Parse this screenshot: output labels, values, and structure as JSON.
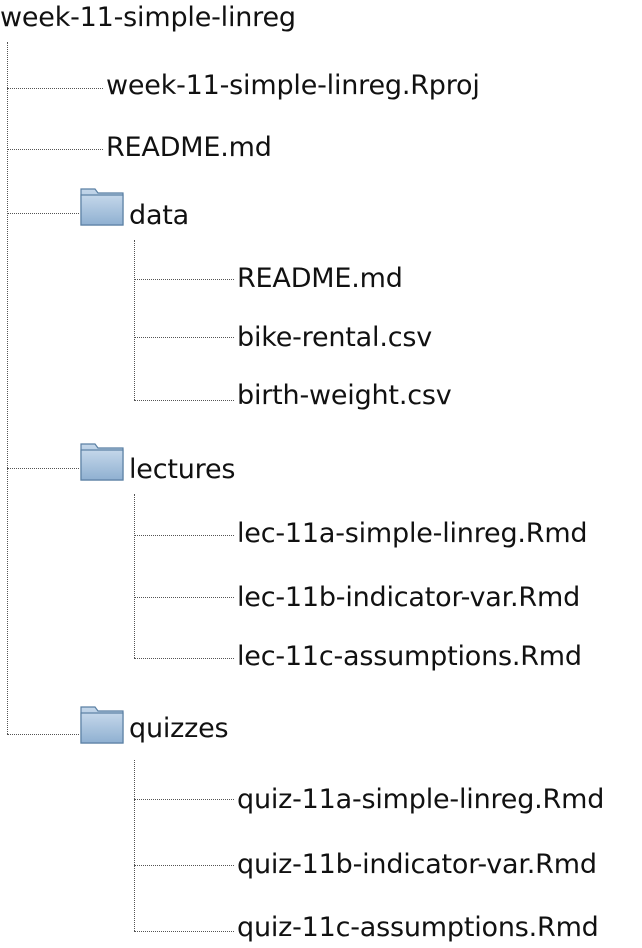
{
  "root": {
    "label": "week-11-simple-linreg"
  },
  "items": {
    "rproj": "week-11-simple-linreg.Rproj",
    "readme": "README.md"
  },
  "folders": {
    "data": {
      "label": "data",
      "icon": "folder-icon",
      "files": [
        "README.md",
        "bike-rental.csv",
        "birth-weight.csv"
      ]
    },
    "lectures": {
      "label": "lectures",
      "icon": "folder-icon",
      "files": [
        "lec-11a-simple-linreg.Rmd",
        "lec-11b-indicator-var.Rmd",
        "lec-11c-assumptions.Rmd"
      ]
    },
    "quizzes": {
      "label": "quizzes",
      "icon": "folder-icon",
      "files": [
        "quiz-11a-simple-linreg.Rmd",
        "quiz-11b-indicator-var.Rmd",
        "quiz-11c-assumptions.Rmd"
      ]
    }
  },
  "colors": {
    "folder_fill": "#9dbad6",
    "folder_stroke": "#5a7fa3",
    "connector": "#555555",
    "text": "#111111"
  }
}
